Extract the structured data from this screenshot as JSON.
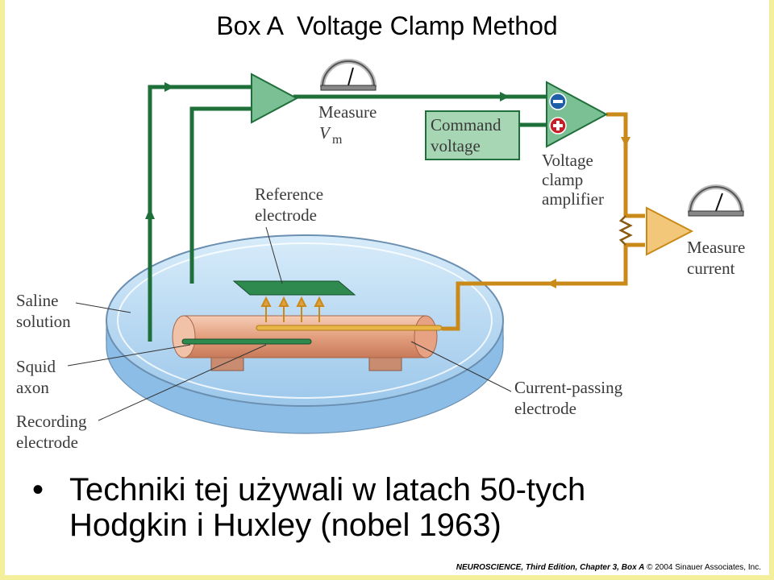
{
  "title": "Box A  Voltage Clamp Method",
  "labels": {
    "measure_vm_1": "Measure",
    "measure_vm_2": "V",
    "measure_vm_sub": "m",
    "command_1": "Command",
    "command_2": "voltage",
    "vc_amp_1": "Voltage",
    "vc_amp_2": "clamp",
    "vc_amp_3": "amplifier",
    "ref_1": "Reference",
    "ref_2": "electrode",
    "measure_current_1": "Measure",
    "measure_current_2": "current",
    "saline_1": "Saline",
    "saline_2": "solution",
    "squid_1": "Squid",
    "squid_2": "axon",
    "recording_1": "Recording",
    "recording_2": "electrode",
    "current_passing_1": "Current-passing",
    "current_passing_2": "electrode"
  },
  "bullets": {
    "line1": "Techniki tej używali w latach 50-tych",
    "line2": "Hodgkin i Huxley (nobel 1963)"
  },
  "credit": {
    "book": "NEUROSCIENCE, Third Edition, Chapter 3, Box A",
    "rest": " © 2004 Sinauer Associates, Inc."
  },
  "colors": {
    "green_wire": "#1f6f3a",
    "orange_wire": "#c98a1a",
    "amp_green": "#7bbf94",
    "amp_orange": "#f2c77a",
    "saline": "#a9cfee",
    "axon": "#e9a888"
  }
}
